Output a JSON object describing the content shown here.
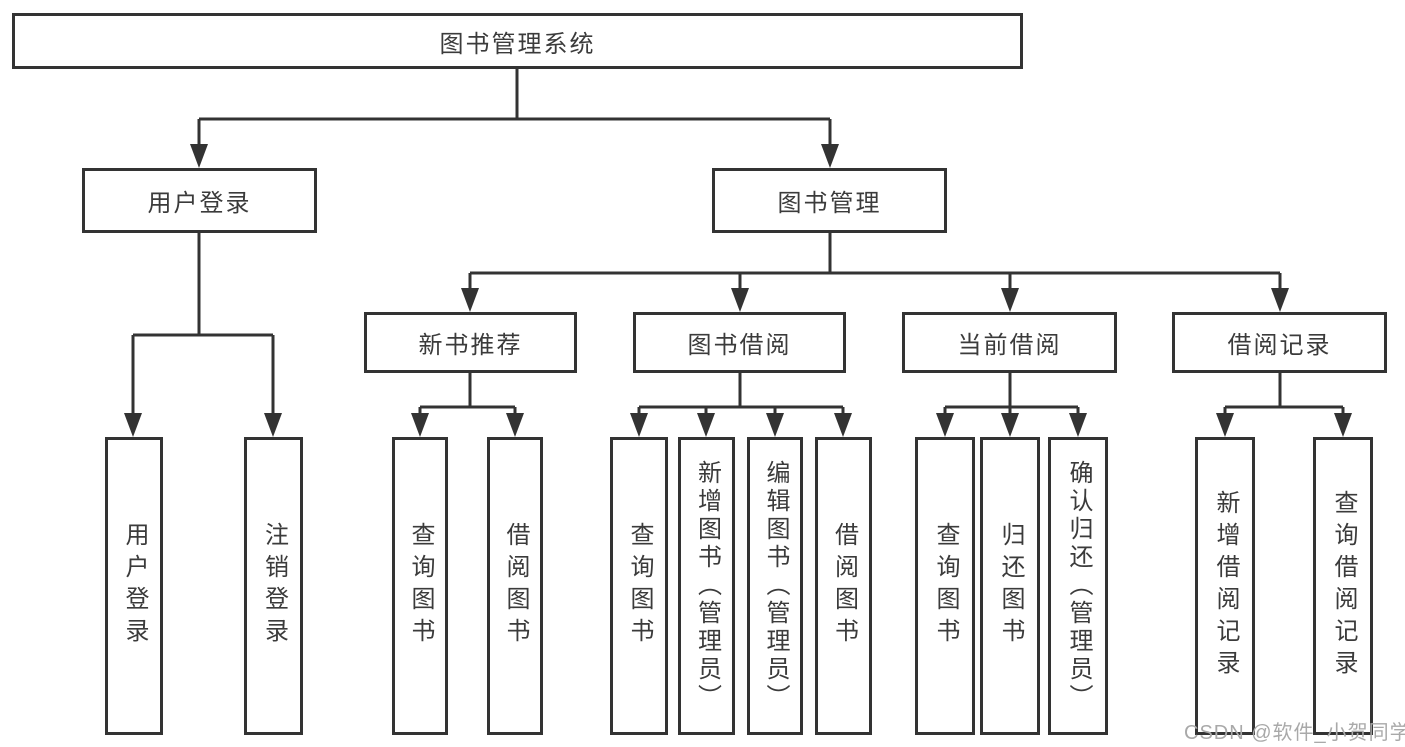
{
  "diagram": {
    "title": "图书管理系统",
    "watermark": "CSDN @软件_小贺同学",
    "colors": {
      "line": "#333333",
      "box_border": "#333333",
      "text": "#3b3b3b",
      "watermark": "#a9a9a9",
      "background": "#ffffff"
    },
    "nodes": [
      {
        "id": "root",
        "label": "图书管理系统",
        "level": 0,
        "parent": null
      },
      {
        "id": "l1-user-login",
        "label": "用户登录",
        "level": 1,
        "parent": "root"
      },
      {
        "id": "l1-book-mgmt",
        "label": "图书管理",
        "level": 1,
        "parent": "root"
      },
      {
        "id": "l2-new-book-rec",
        "label": "新书推荐",
        "level": 2,
        "parent": "l1-book-mgmt"
      },
      {
        "id": "l2-book-borrow",
        "label": "图书借阅",
        "level": 2,
        "parent": "l1-book-mgmt"
      },
      {
        "id": "l2-current-borrow",
        "label": "当前借阅",
        "level": 2,
        "parent": "l1-book-mgmt"
      },
      {
        "id": "l2-borrow-records",
        "label": "借阅记录",
        "level": 2,
        "parent": "l1-book-mgmt"
      },
      {
        "id": "leaf-user-login",
        "label": "用户登录",
        "level": 3,
        "parent": "l1-user-login"
      },
      {
        "id": "leaf-logout",
        "label": "注销登录",
        "level": 3,
        "parent": "l1-user-login"
      },
      {
        "id": "leaf-nbr-query",
        "label": "查询图书",
        "level": 3,
        "parent": "l2-new-book-rec"
      },
      {
        "id": "leaf-nbr-borrow",
        "label": "借阅图书",
        "level": 3,
        "parent": "l2-new-book-rec"
      },
      {
        "id": "leaf-bb-query",
        "label": "查询图书",
        "level": 3,
        "parent": "l2-book-borrow"
      },
      {
        "id": "leaf-bb-add",
        "label": "新增图书（管理员）",
        "level": 3,
        "parent": "l2-book-borrow"
      },
      {
        "id": "leaf-bb-edit",
        "label": "编辑图书（管理员）",
        "level": 3,
        "parent": "l2-book-borrow"
      },
      {
        "id": "leaf-bb-borrow",
        "label": "借阅图书",
        "level": 3,
        "parent": "l2-book-borrow"
      },
      {
        "id": "leaf-cb-query",
        "label": "查询图书",
        "level": 3,
        "parent": "l2-current-borrow"
      },
      {
        "id": "leaf-cb-return",
        "label": "归还图书",
        "level": 3,
        "parent": "l2-current-borrow"
      },
      {
        "id": "leaf-cb-confirm",
        "label": "确认归还（管理员）",
        "level": 3,
        "parent": "l2-current-borrow"
      },
      {
        "id": "leaf-br-add",
        "label": "新增借阅记录",
        "level": 3,
        "parent": "l2-borrow-records"
      },
      {
        "id": "leaf-br-query",
        "label": "查询借阅记录",
        "level": 3,
        "parent": "l2-borrow-records"
      }
    ]
  }
}
